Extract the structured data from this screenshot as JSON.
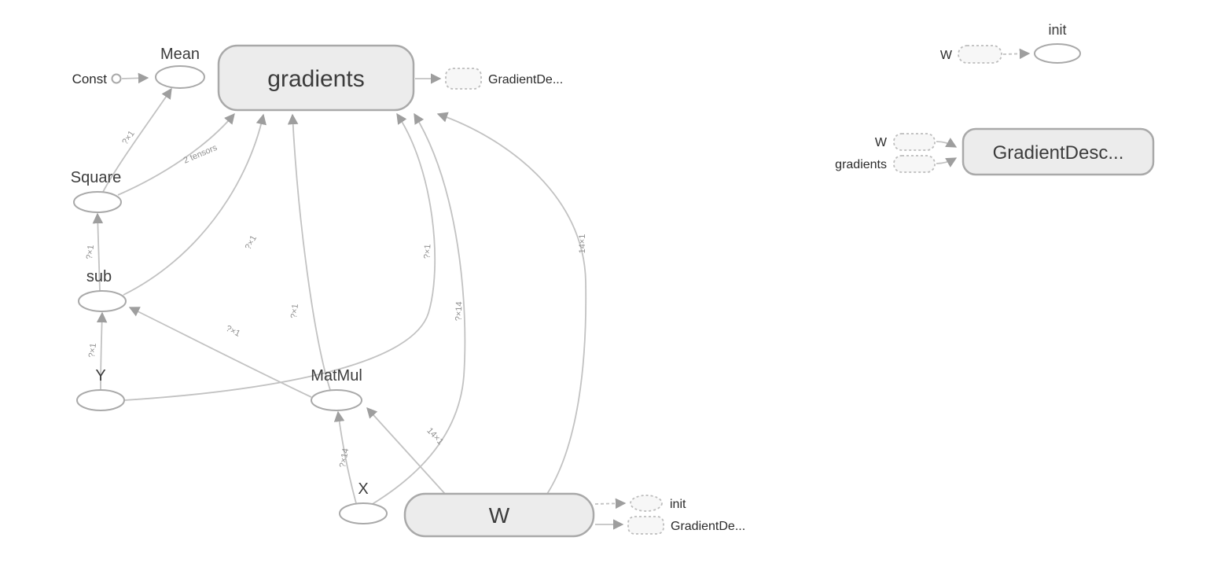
{
  "colors": {
    "background": "#ffffff",
    "node_fill": "#ececec",
    "node_stroke": "#a9a9a9",
    "edge": "#c2c2c2",
    "label": "#3c3c3c",
    "edge_label": "#8f8f8f"
  },
  "graph": {
    "nodes": {
      "const": "Const",
      "mean": "Mean",
      "gradients": "gradients",
      "square": "Square",
      "sub": "sub",
      "y": "Y",
      "matmul": "MatMul",
      "x": "X",
      "w": "W"
    },
    "edge_labels": {
      "square_mean": "?×1",
      "sub_square": "?×1",
      "y_sub": "?×1",
      "matmul_sub": "?×1",
      "x_matmul": "?×14",
      "w_matmul": "14×1",
      "square_gradients": "2 tensors",
      "sub_gradients": "?×1",
      "matmul_gradients": "?×1",
      "y_gradients": "?×1",
      "x_gradients": "?×14",
      "w_gradients": "14×1"
    },
    "refs": {
      "gradients_graddesc": "GradientDe...",
      "w_init": "init",
      "w_graddesc": "GradientDe..."
    }
  },
  "aux": {
    "init": {
      "input": "W",
      "node": "init"
    },
    "graddesc": {
      "inputs": [
        "W",
        "gradients"
      ],
      "node": "GradientDesc..."
    }
  }
}
